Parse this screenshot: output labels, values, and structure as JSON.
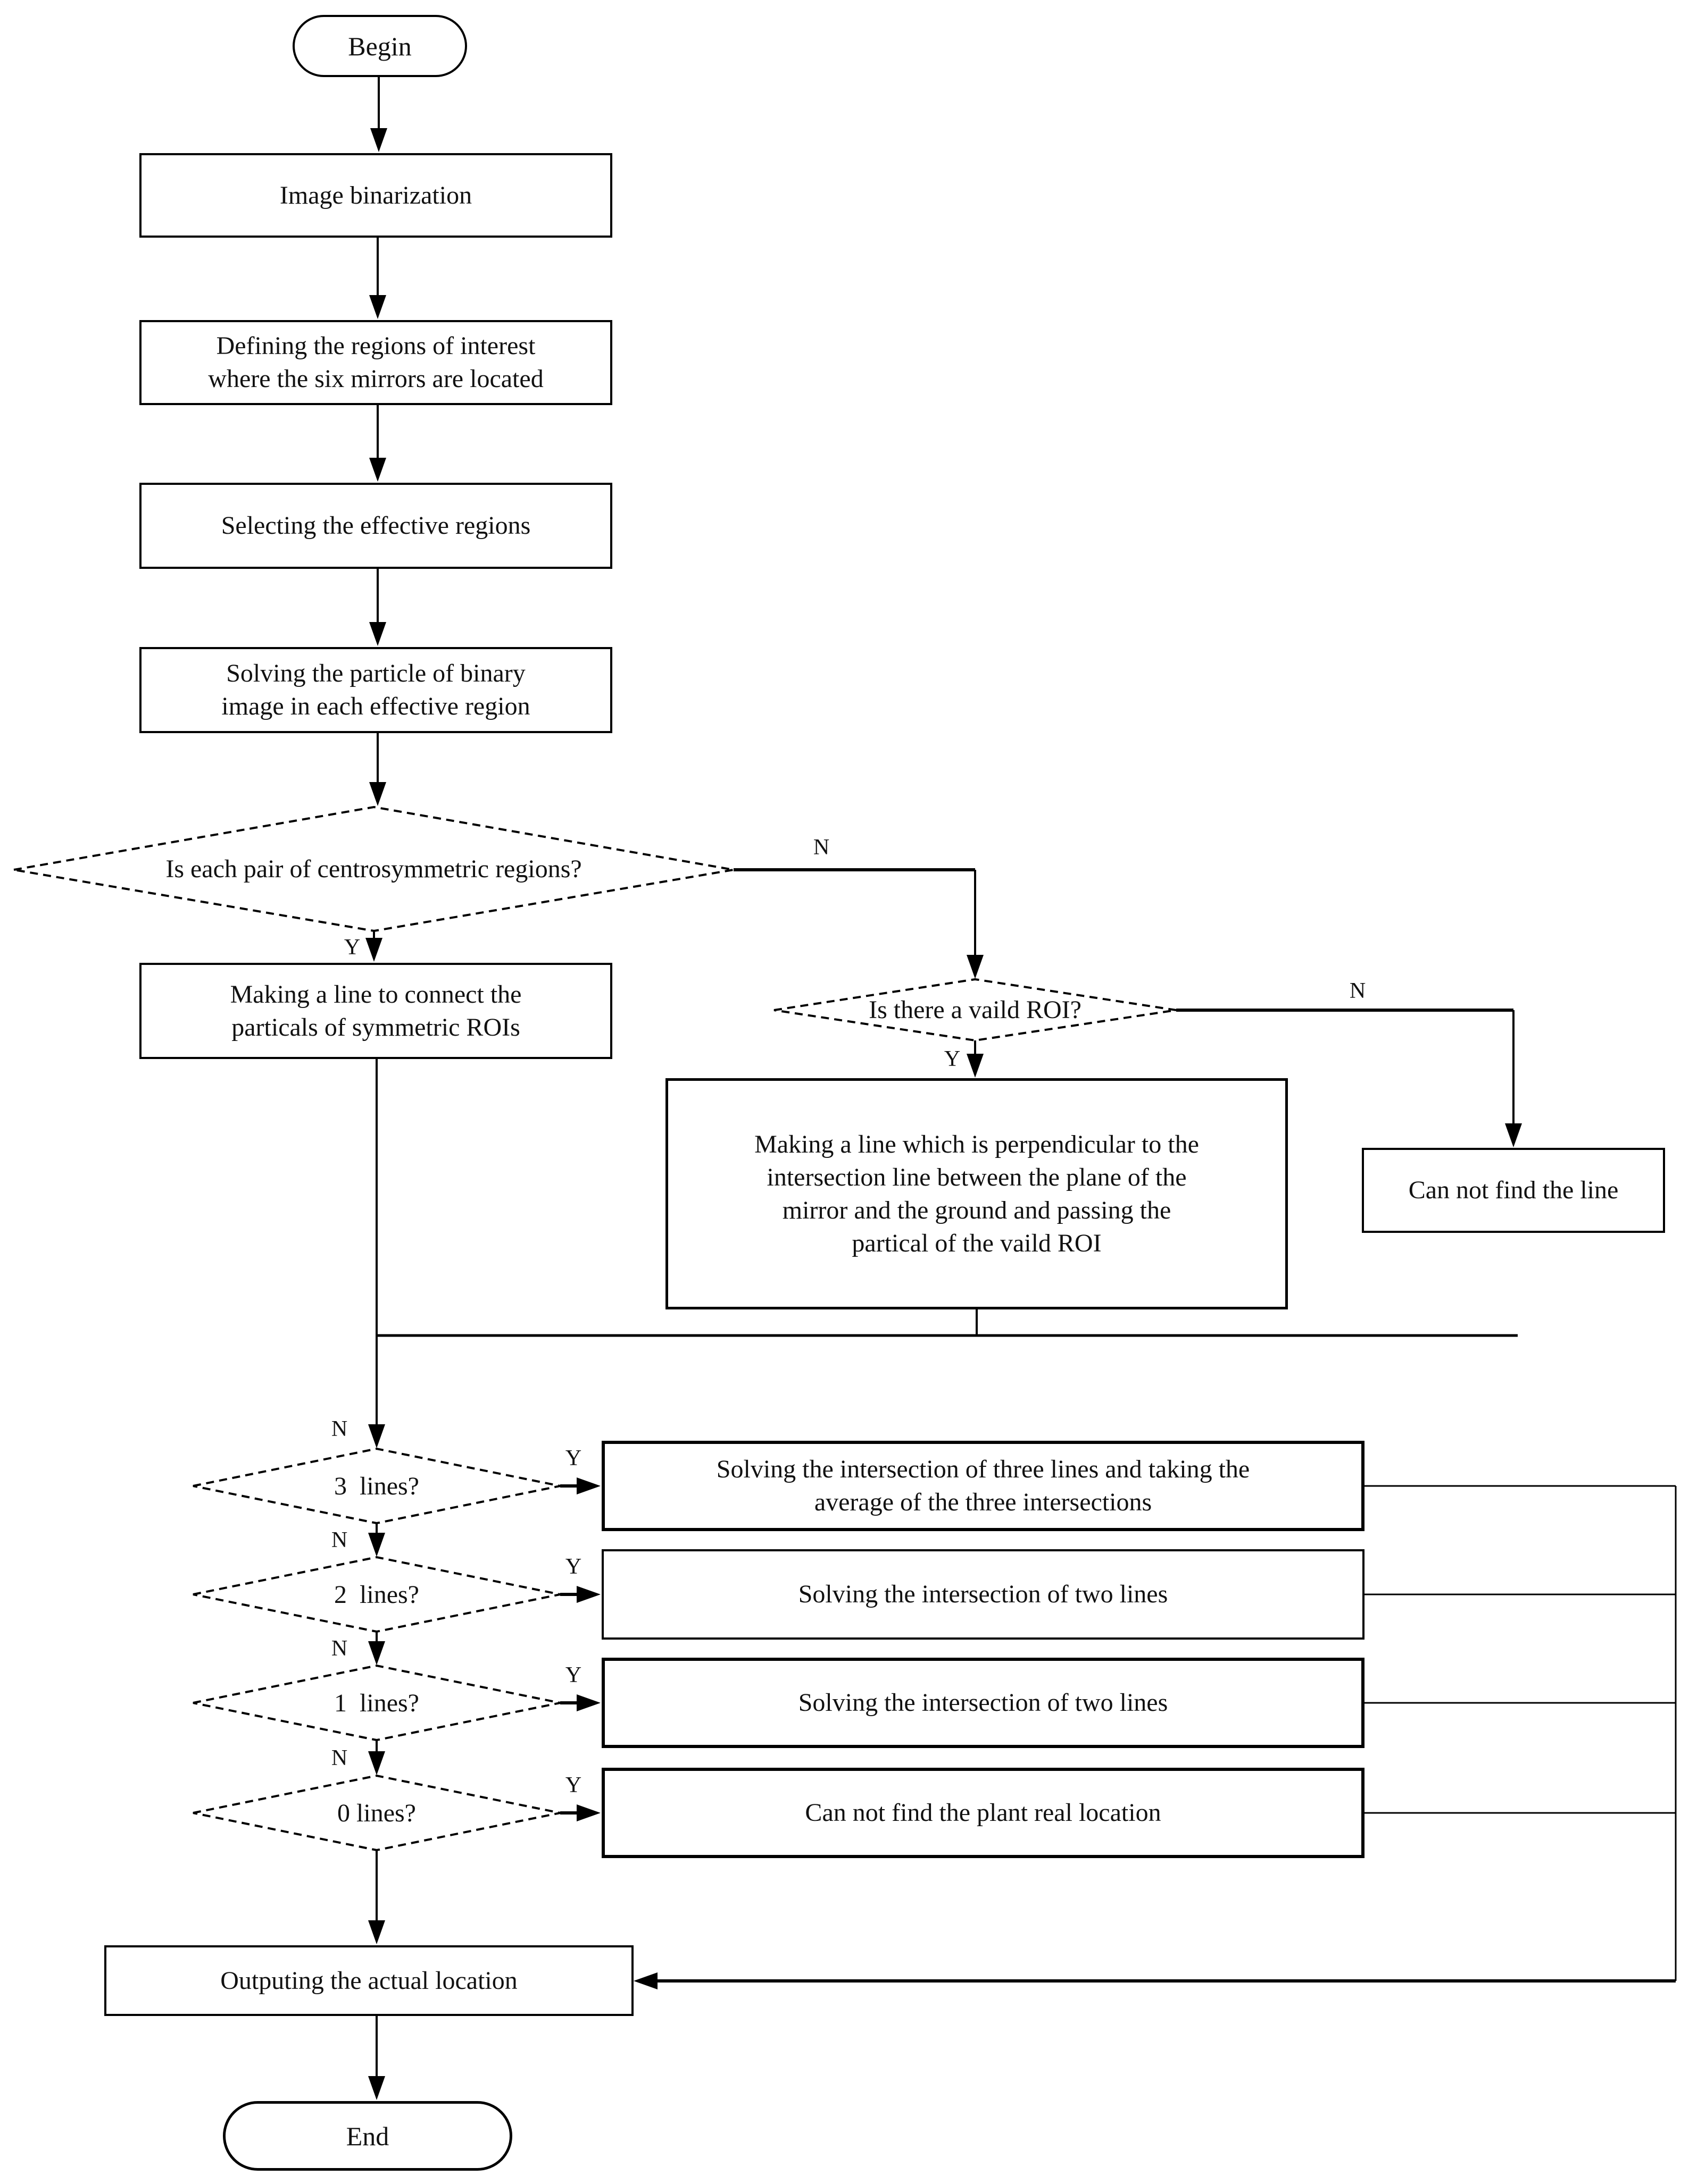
{
  "colors": {
    "background": "#ffffff",
    "stroke": "#000000",
    "text": "#111111"
  },
  "edge_labels": {
    "yes": "Y",
    "no": "N"
  },
  "nodes": {
    "begin": {
      "label": "Begin"
    },
    "image_binarization": {
      "label": "Image binarization"
    },
    "defining_rois": {
      "lines": [
        "Defining the regions of interest",
        "where the six mirrors are located"
      ]
    },
    "selecting_regions": {
      "label": "Selecting the effective regions"
    },
    "solving_particle": {
      "lines": [
        "Solving the particle of binary",
        "image in each effective region"
      ]
    },
    "centrosymmetric_q": {
      "label": "Is each pair of centrosymmetric regions?"
    },
    "connect_particals": {
      "lines": [
        "Making a line to connect the",
        "particals of symmetric ROIs"
      ]
    },
    "valid_roi_q": {
      "label": "Is there a vaild ROI?"
    },
    "perpendicular_line": {
      "lines": [
        "Making a line which is perpendicular to the",
        "intersection line between the plane of the",
        "mirror and the ground and passing the",
        "partical of the vaild ROI"
      ]
    },
    "cannot_find_line": {
      "label": "Can not find the line"
    },
    "three_lines_q": {
      "label": "3  lines?"
    },
    "two_lines_q": {
      "label": "2  lines?"
    },
    "one_lines_q": {
      "label": "1  lines?"
    },
    "zero_lines_q": {
      "label": "0 lines?"
    },
    "solve_three": {
      "lines": [
        "Solving the intersection of three lines and taking the",
        "average of the three intersections"
      ]
    },
    "solve_two_a": {
      "label": "Solving the intersection of two lines"
    },
    "solve_two_b": {
      "label": "Solving the intersection of two lines"
    },
    "cannot_find_plant": {
      "label": "Can not find the plant real location"
    },
    "outputting": {
      "label": "Outputing the actual location"
    },
    "end": {
      "label": "End"
    }
  }
}
